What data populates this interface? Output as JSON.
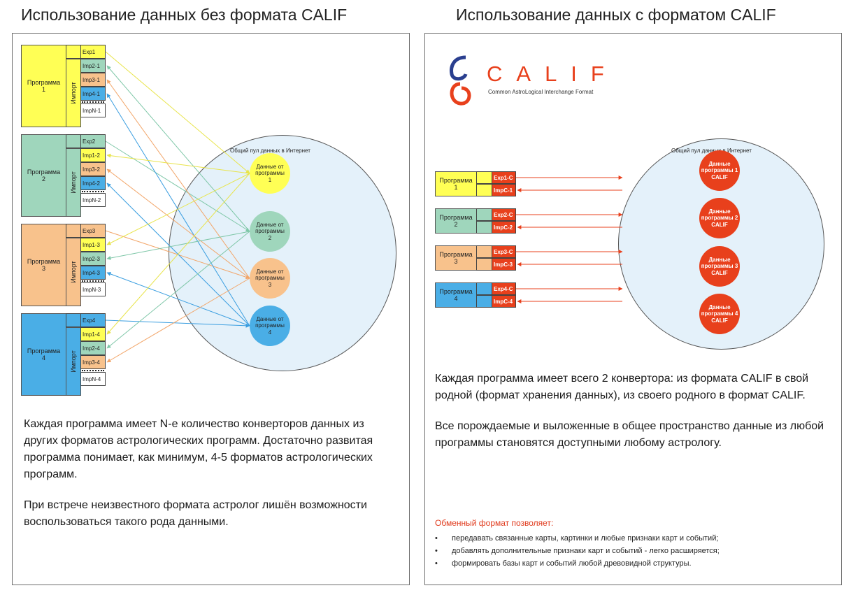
{
  "left": {
    "title": "Использование данных без формата CALIF",
    "import_label": "Импорт",
    "cloud_label": "Общий пул данных в Интернет",
    "programs": [
      {
        "name": "Программа\n1",
        "color": "#ffff55",
        "export": "Exp1",
        "slots": [
          "Imp2-1",
          "Imp3-1",
          "Imp4-1"
        ],
        "impn": "ImpN-1"
      },
      {
        "name": "Программа\n2",
        "color": "#9fd6bc",
        "export": "Exp2",
        "slots": [
          "Imp1-2",
          "Imp3-2",
          "Imp4-2"
        ],
        "impn": "ImpN-2"
      },
      {
        "name": "Программа\n3",
        "color": "#f8c28c",
        "export": "Exp3",
        "slots": [
          "Imp1-3",
          "Imp2-3",
          "Imp4-3"
        ],
        "impn": "ImpN-3"
      },
      {
        "name": "Программа\n4",
        "color": "#4aaee6",
        "export": "Exp4",
        "slots": [
          "Imp1-4",
          "Imp2-4",
          "Imp3-4"
        ],
        "impn": "ImpN-4"
      }
    ],
    "nodes": [
      "Данные от\nпрограммы\n1",
      "Данные от\nпрограммы\n2",
      "Данные от\nпрограммы\n3",
      "Данные от\nпрограммы\n4"
    ],
    "paragraphs": [
      "Каждая программа имеет N-е количество конверторов данных из других форматов астрологических программ. Достаточно развитая программа понимает, как минимум, 4-5 форматов астрологических программ.",
      "При встрече неизвестного формата астролог лишён возможности воспользоваться такого рода данными."
    ]
  },
  "right": {
    "title": "Использование данных с форматом CALIF",
    "logo_letters": "CALIF",
    "logo_subtitle": "Common AstroLogical Interchange Format",
    "cloud_label": "Общий пул данных в Интернет",
    "programs": [
      {
        "name": "Программа\n1",
        "color": "#ffff55",
        "export": "Exp1-C",
        "import": "ImpC-1"
      },
      {
        "name": "Программа\n2",
        "color": "#9fd6bc",
        "export": "Exp2-C",
        "import": "ImpC-2"
      },
      {
        "name": "Программа\n3",
        "color": "#f8c28c",
        "export": "Exp3-C",
        "import": "ImpC-3"
      },
      {
        "name": "Программа\n4",
        "color": "#4aaee6",
        "export": "Exp4-C",
        "import": "ImpC-4"
      }
    ],
    "nodes": [
      "Данные\nпрограммы 1\nCALIF",
      "Данные\nпрограммы 2\nCALIF",
      "Данные\nпрограммы 3\nCALIF",
      "Данные\nпрограммы 4\nCALIF"
    ],
    "paragraphs": [
      "Каждая программа имеет всего 2 конвертора: из формата CALIF в свой родной (формат хранения данных), из своего родного в формат CALIF.",
      "Все порождаемые и выложенные в общее пространство данные из любой программы становятся доступными любому астрологу."
    ],
    "advantages_title": "Обменный формат позволяет:",
    "advantages": [
      "передавать связанные карты, картинки и любые признаки карт и событий;",
      "добавлять дополнительные признаки карт и событий - легко расширяется;",
      "формировать базы карт и событий любой древовидной структуры."
    ]
  },
  "colors": {
    "red_accent": "#e8401c",
    "node_red": "#e8401c",
    "cloud_fill": "#e4f1fa",
    "border": "#6e6e6e"
  }
}
